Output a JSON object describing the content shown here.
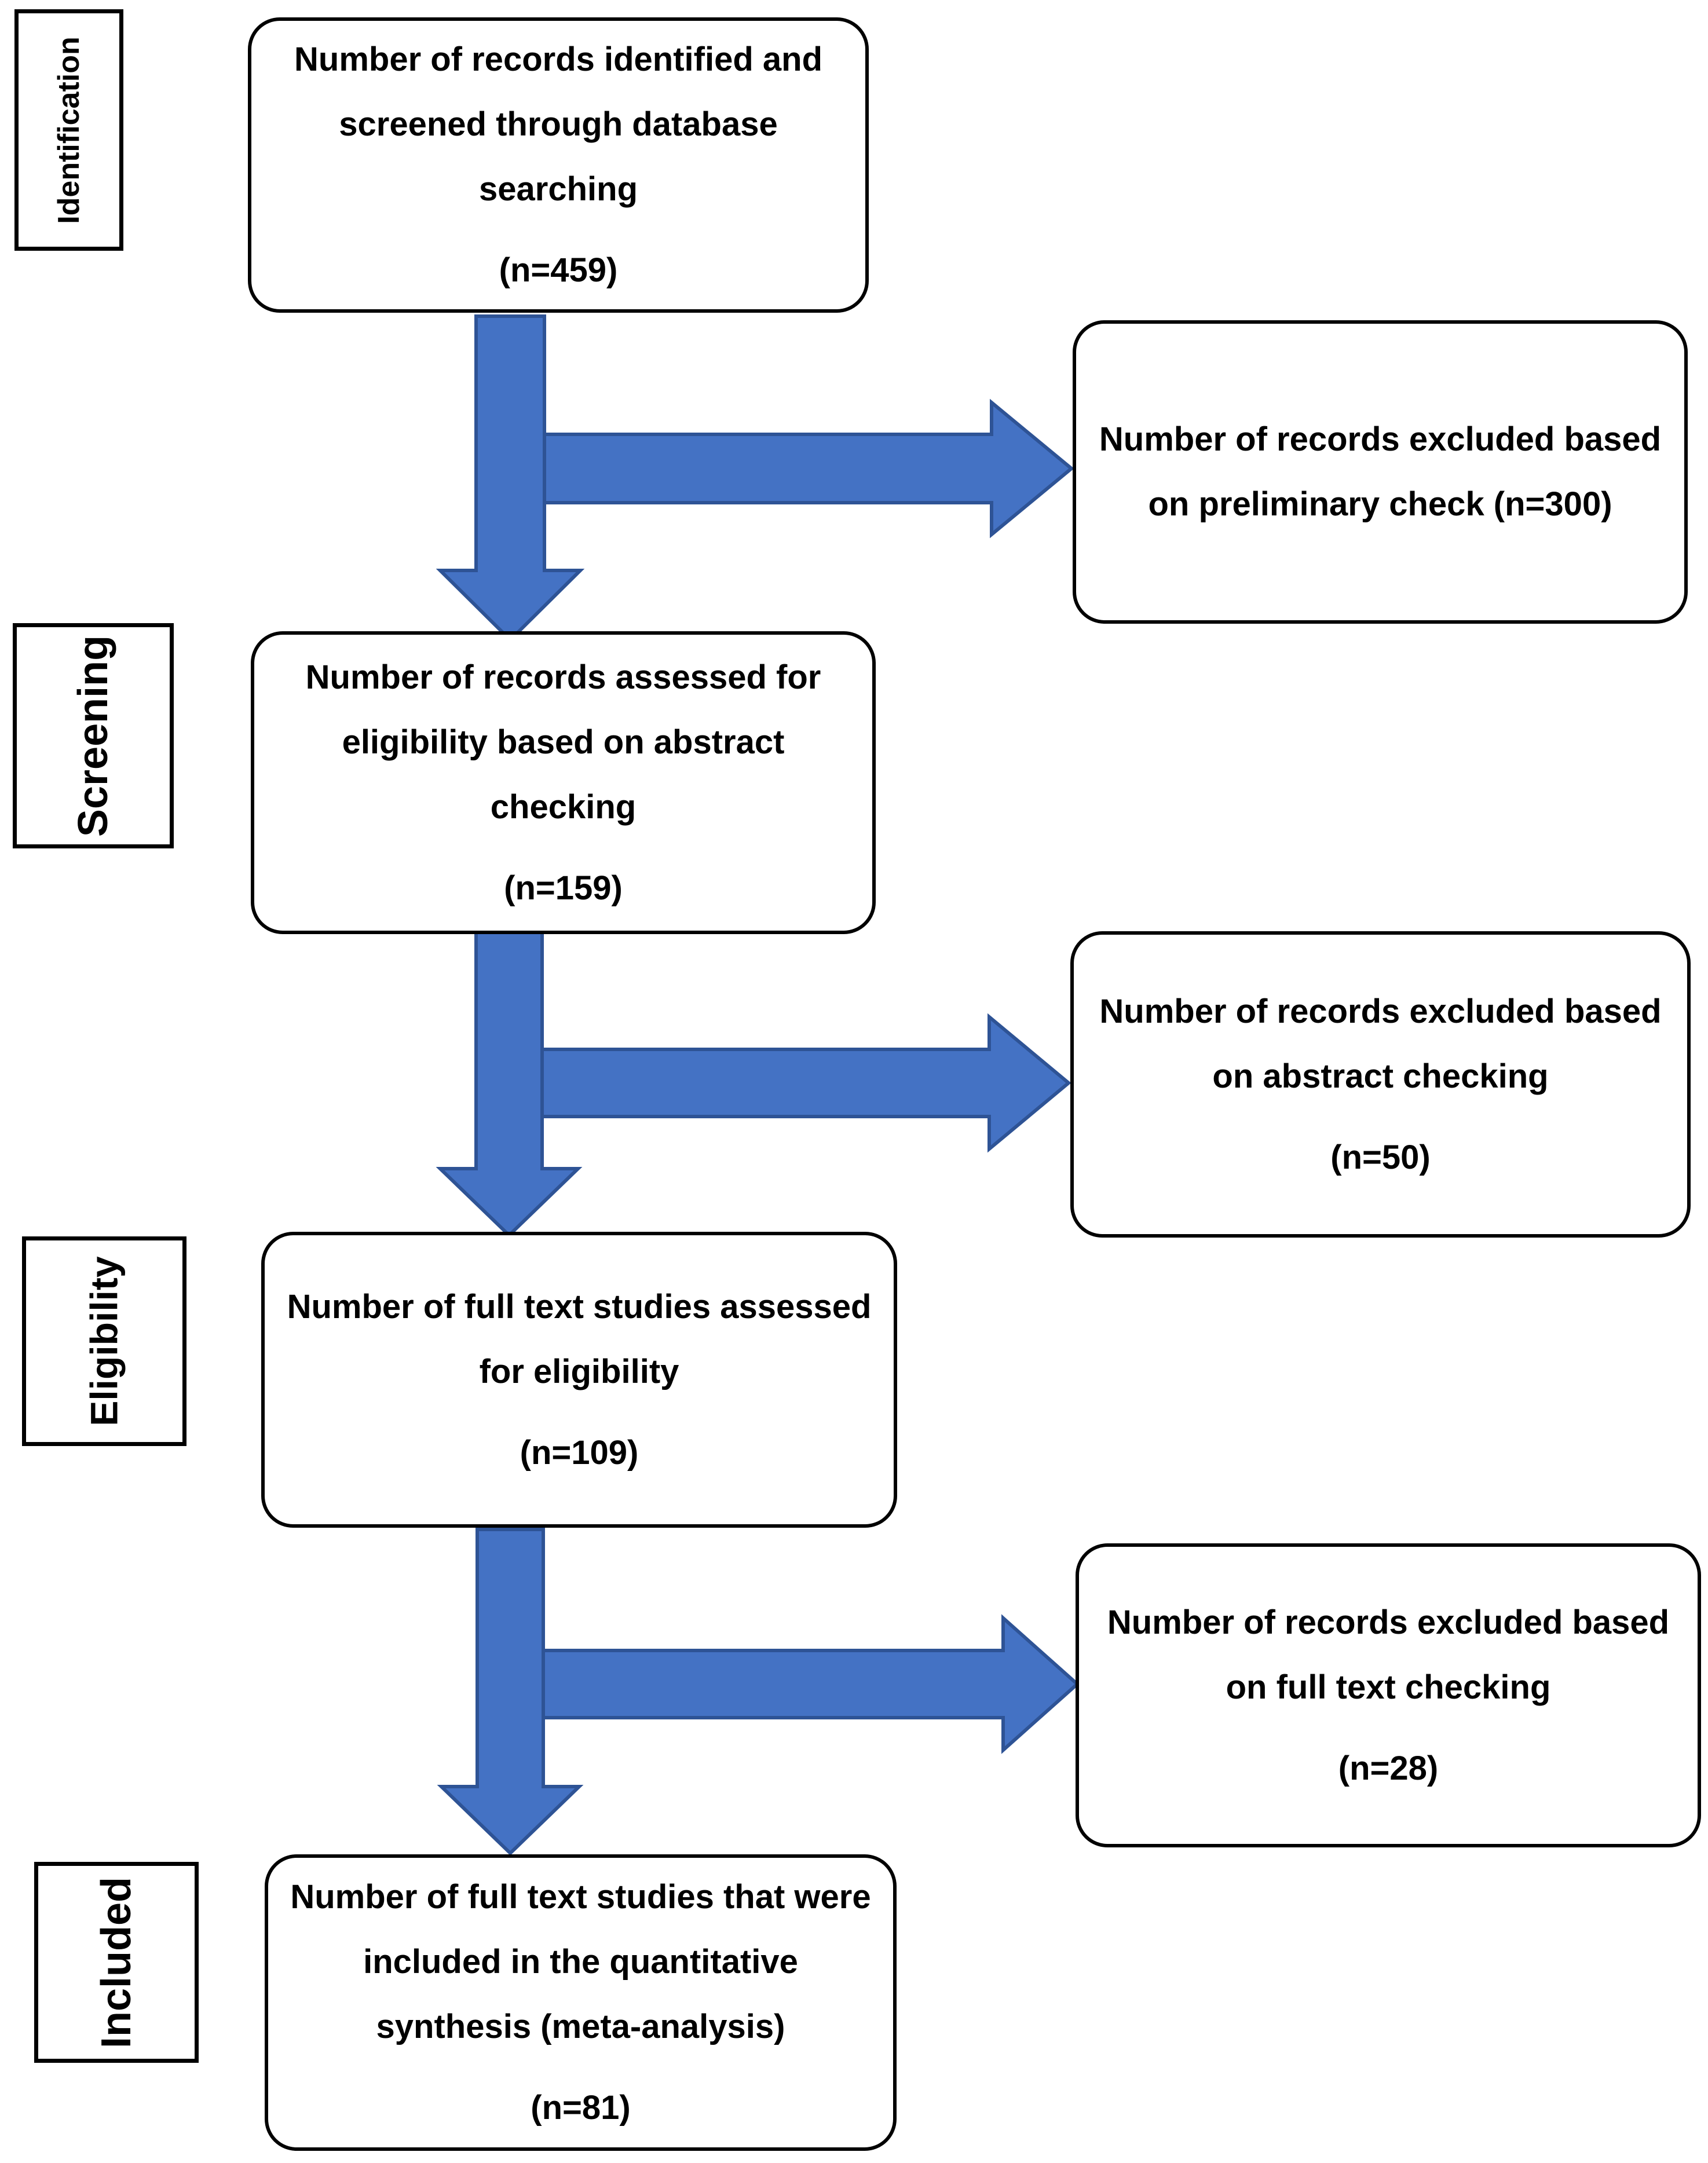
{
  "diagram": {
    "stages": [
      {
        "label": "Identification"
      },
      {
        "label": "Screening"
      },
      {
        "label": "Eligibility"
      },
      {
        "label": "Included"
      }
    ],
    "main_boxes": [
      {
        "lines": [
          "Number of records identified and",
          "screened through database",
          "searching"
        ],
        "count": "(n=459)"
      },
      {
        "lines": [
          "Number of records assessed for",
          "eligibility based on abstract",
          "checking"
        ],
        "count": "(n=159)"
      },
      {
        "lines": [
          "Number of full text studies assessed",
          "for eligibility"
        ],
        "count": "(n=109)"
      },
      {
        "lines": [
          "Number of full text studies that were",
          "included in the quantitative",
          "synthesis (meta-analysis)"
        ],
        "count": "(n=81)"
      }
    ],
    "exclusion_boxes": [
      {
        "lines": [
          "Number of records excluded based",
          "on preliminary check (n=300)"
        ]
      },
      {
        "lines": [
          "Number of records excluded based",
          "on abstract checking"
        ],
        "count": "(n=50)"
      },
      {
        "lines": [
          "Number of records excluded based",
          "on full text checking"
        ],
        "count": "(n=28)"
      }
    ]
  },
  "colors": {
    "arrow_fill": "#4472C4",
    "arrow_outline": "#2E5395",
    "box_border": "#000000",
    "text": "#000000",
    "background": "#FFFFFF"
  }
}
